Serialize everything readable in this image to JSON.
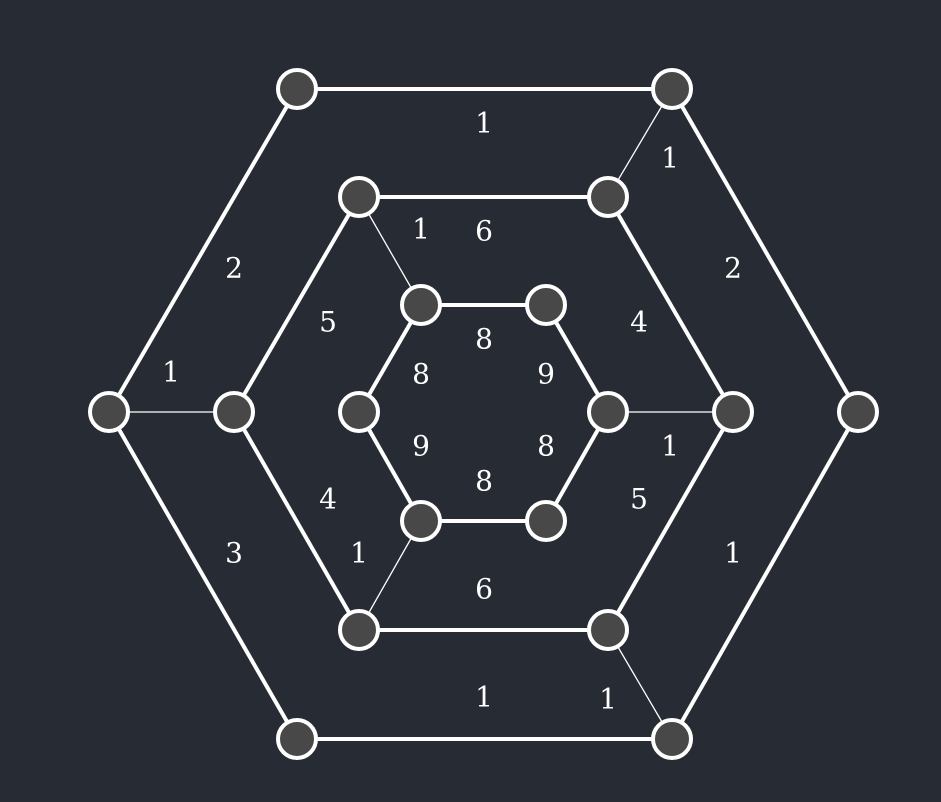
{
  "colors": {
    "background": "#272b34",
    "node_fill": "#484848",
    "stroke": "#ffffff",
    "label": "#ffffff"
  },
  "edges": [
    {
      "id": "outer-top",
      "weight": "1"
    },
    {
      "id": "outer-upper-right",
      "weight": "2"
    },
    {
      "id": "outer-lower-right",
      "weight": "1"
    },
    {
      "id": "outer-bottom",
      "weight": "1"
    },
    {
      "id": "outer-lower-left",
      "weight": "3"
    },
    {
      "id": "outer-upper-left",
      "weight": "2"
    },
    {
      "id": "middle-top",
      "weight": "6"
    },
    {
      "id": "middle-upper-right",
      "weight": "4"
    },
    {
      "id": "middle-lower-right",
      "weight": "5"
    },
    {
      "id": "middle-bottom",
      "weight": "6"
    },
    {
      "id": "middle-lower-left",
      "weight": "4"
    },
    {
      "id": "middle-upper-left",
      "weight": "5"
    },
    {
      "id": "inner-top",
      "weight": "8"
    },
    {
      "id": "inner-upper-right",
      "weight": "9"
    },
    {
      "id": "inner-lower-right",
      "weight": "8"
    },
    {
      "id": "inner-bottom",
      "weight": "8"
    },
    {
      "id": "inner-lower-left",
      "weight": "9"
    },
    {
      "id": "inner-upper-left",
      "weight": "8"
    },
    {
      "id": "spoke-outer-top-right",
      "weight": "1"
    },
    {
      "id": "spoke-outer-left",
      "weight": "1"
    },
    {
      "id": "spoke-outer-bottom-right",
      "weight": "1"
    },
    {
      "id": "spoke-inner-top-left",
      "weight": "1"
    },
    {
      "id": "spoke-inner-right",
      "weight": "1"
    },
    {
      "id": "spoke-inner-bottom-left",
      "weight": "1"
    }
  ]
}
